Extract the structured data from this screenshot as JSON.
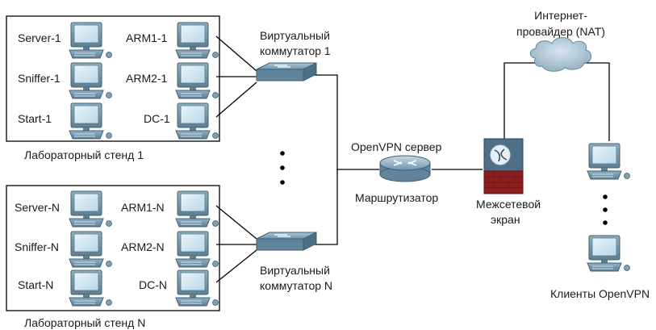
{
  "stand1": {
    "caption": "Лабораторный стенд 1",
    "hosts": [
      "Server-1",
      "Sniffer-1",
      "Start-1",
      "ARM1-1",
      "ARM2-1",
      "DC-1"
    ]
  },
  "standN": {
    "caption": "Лабораторный стенд N",
    "hosts": [
      "Server-N",
      "Sniffer-N",
      "Start-N",
      "ARM1-N",
      "ARM2-N",
      "DC-N"
    ]
  },
  "switch1": {
    "line1": "Виртуальный",
    "line2": "коммутатор 1"
  },
  "switchN": {
    "line1": "Виртуальный",
    "line2": "коммутатор N"
  },
  "router": {
    "top_label": "OpenVPN сервер",
    "bottom_label": "Маршрутизатор"
  },
  "firewall": {
    "line1": "Межсетевой",
    "line2": "экран"
  },
  "isp": {
    "line1": "Интернет-",
    "line2": "провайдер (NAT)"
  },
  "clients": {
    "label": "Клиенты OpenVPN"
  },
  "colors": {
    "line": "#000000",
    "box_border": "#000000",
    "pc_body": "#6f91a6",
    "pc_screen": "#cfe6f2",
    "switch_body": "#6d93ad",
    "router_body": "#7d9fb8",
    "cloud": "#9fb9cb",
    "firewall_top": "#4f6f86",
    "firewall_bottom": "#8b1f1f"
  },
  "icons": {
    "host": "desktop-pc-icon",
    "switch": "switch-icon",
    "router": "router-icon",
    "firewall": "firewall-icon",
    "cloud": "cloud-icon"
  }
}
